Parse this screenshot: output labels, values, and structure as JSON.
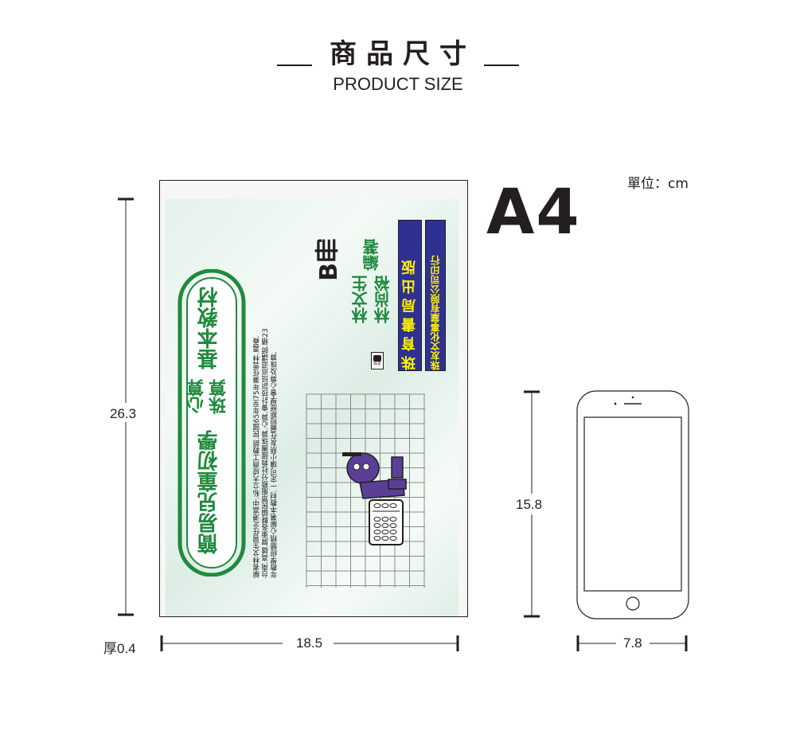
{
  "heading": {
    "title_zh": "商品尺寸",
    "title_en": "PRODUCT SIZE"
  },
  "unit_label": "單位：cm",
  "size_badge": "A4",
  "book_dimensions": {
    "height": "26.3",
    "width": "18.5",
    "thickness": "厚0.4"
  },
  "phone_dimensions": {
    "height": "15.8",
    "width": "7.8"
  },
  "book": {
    "title_line1": "簡易兒童初學",
    "title_line2": "心算",
    "title_line2b": "珠算",
    "title_line3": "基本教材",
    "volume": "B冊",
    "author1": "林文生",
    "author2": "林尚裕",
    "role": "編著",
    "publisher_line1": "珠育書局出版",
    "publisher_line2": "珠友文化事業有限公司印行",
    "desc_line1": "編者林文生曾任北港高中.私立大成商工教師.民國65年至75年兼任雲林.嘉義.",
    "desc_line2": "台南.高雄.屏東各縣鎮民眾服務分社救國團珠算.心算.會計技訓班巡迴講師.積23",
    "desc_line3": "年教學經驗精心編著本教材.一定可讓小朋友在最短期間學會心算及珠算.",
    "logo_text": "珠友"
  },
  "colors": {
    "ink": "#231f20",
    "cover_green": "#1f8a3d",
    "cover_purple": "#5b3f97",
    "publisher_blue": "#2e3192",
    "publisher_yellow": "#fff200",
    "grid_line": "#8a8a8a"
  }
}
